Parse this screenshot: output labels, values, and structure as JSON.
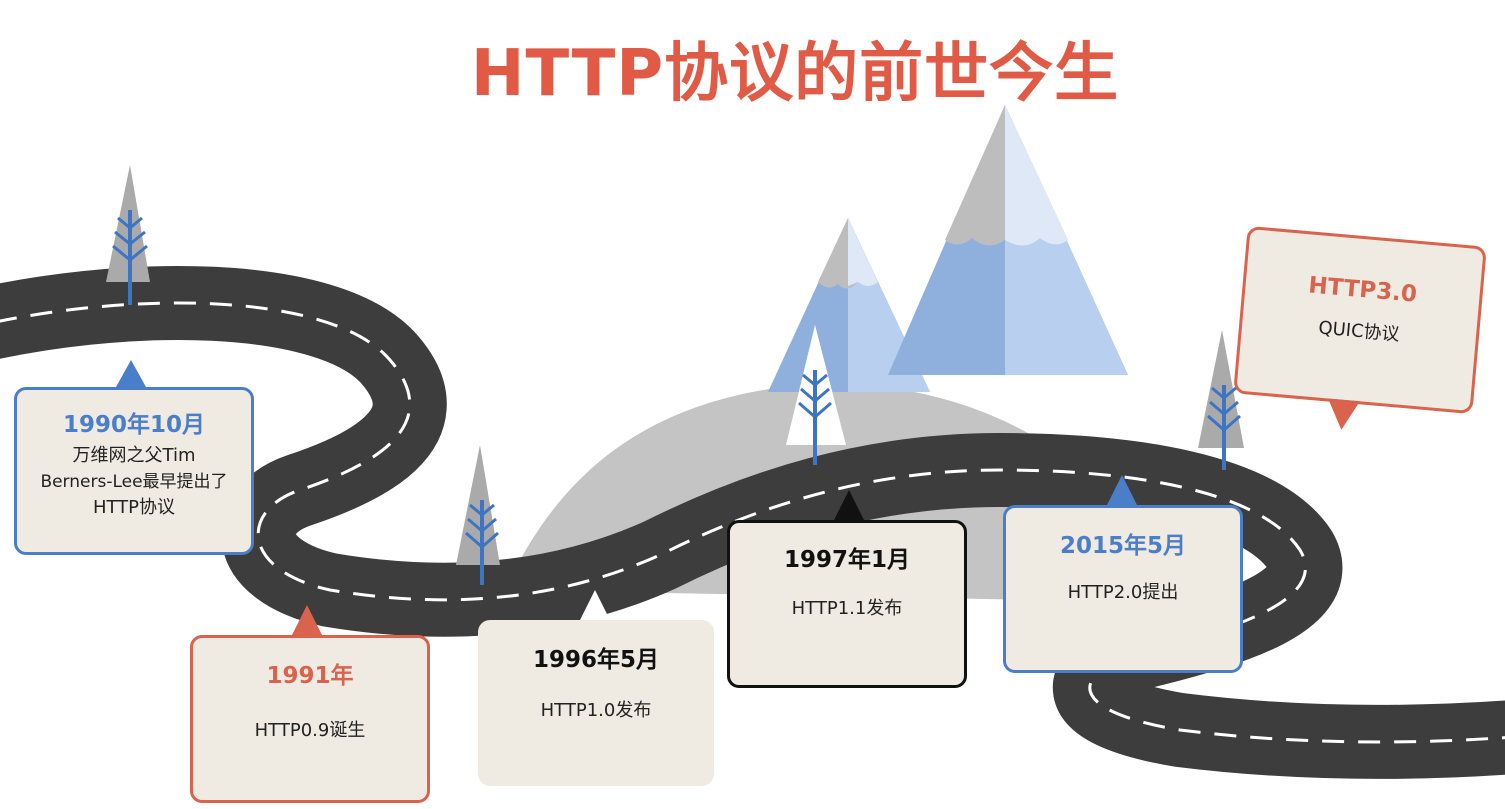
{
  "title": "HTTP协议的前世今生",
  "colors": {
    "accent_red": "#e05a45",
    "accent_blue": "#4a7ec9",
    "road": "#3d3d3d",
    "card_bg": "#efebe2"
  },
  "milestones": [
    {
      "date": "1990年10月",
      "desc_lines": [
        "万维网之父Tim",
        "Berners-Lee最早提出了",
        "HTTP协议"
      ],
      "style": "blue"
    },
    {
      "date": "1991年",
      "desc_lines": [
        "HTTP0.9诞生"
      ],
      "style": "red"
    },
    {
      "date": "1996年5月",
      "desc_lines": [
        "HTTP1.0发布"
      ],
      "style": "plain"
    },
    {
      "date": "1997年1月",
      "desc_lines": [
        "HTTP1.1发布"
      ],
      "style": "black"
    },
    {
      "date": "2015年5月",
      "desc_lines": [
        "HTTP2.0提出"
      ],
      "style": "blue"
    },
    {
      "date": "HTTP3.0",
      "desc_lines": [
        "QUIC协议"
      ],
      "style": "red"
    }
  ]
}
